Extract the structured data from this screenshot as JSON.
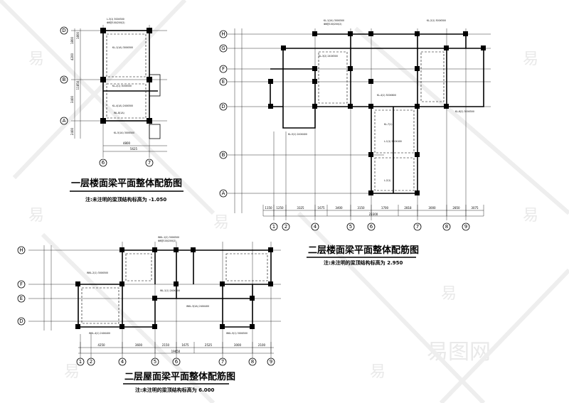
{
  "plan1": {
    "title": "一层楼面梁平面整体配筋图",
    "note": "注:未注明的梁顶结构标高为 -1.050",
    "axes_rows": [
      "D",
      "B",
      "A"
    ],
    "axes_cols": [
      "6",
      "7"
    ],
    "dims_bottom": [
      "4800",
      "5625"
    ],
    "dims_left": [
      "1800",
      "4200",
      "11850",
      "1800",
      "3400",
      "2400"
    ],
    "beam_labels": [
      "KL-1(1A) 300X500",
      "KL-2(1) 300X500",
      "KL-4(1A) 240X500",
      "KL-5(1A) 300X500",
      "WL-8(1A)",
      "L-3(1) 300X500",
      "Φ8@100/200(2)"
    ]
  },
  "plan2": {
    "title": "二层楼面梁平面整体配筋图",
    "note": "注:未注明的梁顶结构标高为 2.950",
    "axes_rows": [
      "H",
      "G",
      "F",
      "E",
      "D",
      "B",
      "A"
    ],
    "axes_cols": [
      "1",
      "2",
      "4",
      "5",
      "6",
      "7",
      "8",
      "9"
    ],
    "dims_bottom": [
      "1150",
      "1250",
      "3325",
      "1675",
      "3400",
      "3150",
      "1700",
      "2818",
      "3000",
      "2850",
      "3075"
    ],
    "dim_total": "23300",
    "beam_labels": [
      "KL-1(2A) 300X500",
      "KL-2(1) 300X500",
      "KL-3(2) 240X500",
      "KL-4(1) 300X600",
      "KL-5(1) 240X400",
      "KL-6(2) 300X500",
      "L-1(1) 240X400",
      "KL-7(1)",
      "L-2(1)",
      "Φ8@100/200(2)"
    ]
  },
  "plan3": {
    "title": "二层屋面梁平面整体配筋图",
    "note": "注:未注明的梁顶结构标高为 6.000",
    "axes_rows": [
      "H",
      "F",
      "E",
      "D"
    ],
    "axes_cols": [
      "1",
      "2",
      "4",
      "5",
      "6",
      "7",
      "8",
      "9"
    ],
    "dims_bottom": [
      "4250",
      "3600",
      "2150",
      "1675",
      "2525",
      "3000",
      "2100"
    ],
    "dim_total": "19650",
    "beam_labels": [
      "WKL-1(2) 300X500",
      "WKL-2(1) 300X500",
      "WKL-3(2A) 240X400",
      "WKL-4(1) 240X400",
      "WKL-5(1) 300X500",
      "WL-1(1) 240X400",
      "Φ8@100/200(2)"
    ]
  },
  "watermark": {
    "char": "易",
    "logo": "易图网"
  }
}
